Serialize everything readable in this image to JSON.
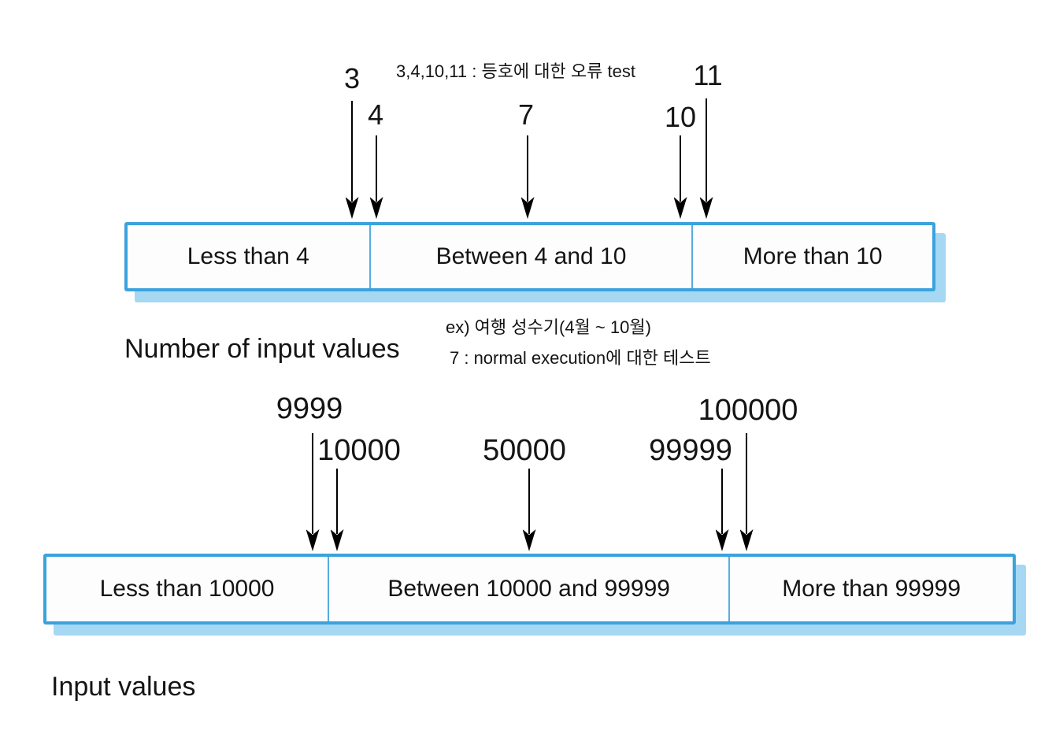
{
  "top_diagram": {
    "annotation": "3,4,10,11 : 등호에 대한 오류 test",
    "arrow_labels": [
      "3",
      "4",
      "7",
      "10",
      "11"
    ],
    "bar_sections": [
      "Less than 4",
      "Between 4 and 10",
      "More than 10"
    ],
    "axis_label": "Number of input values",
    "note_line1": "ex) 여행 성수기(4월 ~ 10월)",
    "note_line2": "7 : normal execution에 대한 테스트"
  },
  "bottom_diagram": {
    "arrow_labels": [
      "9999",
      "10000",
      "50000",
      "99999",
      "100000"
    ],
    "bar_sections": [
      "Less than 10000",
      "Between 10000 and 99999",
      "More than 99999"
    ],
    "axis_label": "Input values"
  },
  "colors": {
    "background": "#FFFFFF",
    "bar_border": "#3BA2DC",
    "bar_divider": "#55ADE0",
    "bar_fill": "#FDFDFE",
    "bar_shadow": "#A6D7F3",
    "arrow_color": "#000000",
    "text_color": "#141414"
  }
}
